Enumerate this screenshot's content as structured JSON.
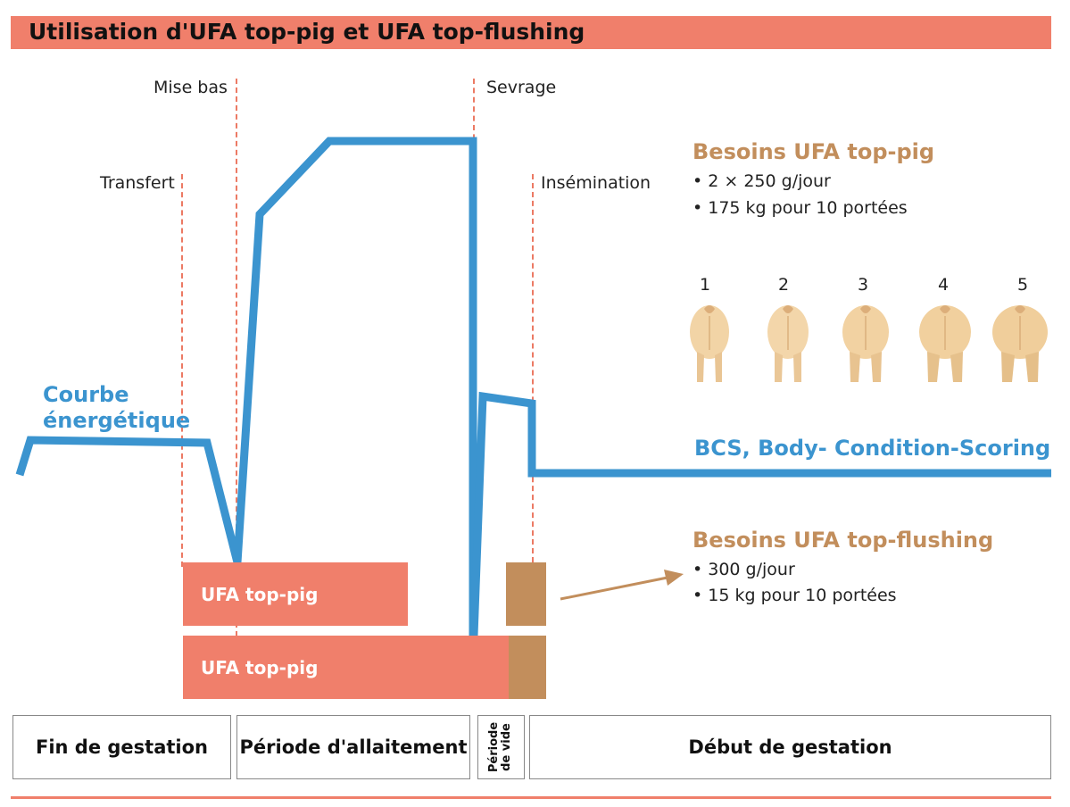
{
  "title": "Utilisation d'UFA top-pig et UFA top-flushing",
  "markers": {
    "mise_bas": "Mise bas",
    "sevrage": "Sevrage",
    "transfert": "Transfert",
    "insemination": "Insémination"
  },
  "curve_label_line1": "Courbe",
  "curve_label_line2": "énergétique",
  "bcs_label": "BCS, Body- Condition-Scoring",
  "top_pig": {
    "title": "Besoins UFA top-pig",
    "bullets": [
      "• 2 × 250 g/jour",
      "• 175 kg pour 10 portées"
    ]
  },
  "top_flushing": {
    "title": "Besoins UFA top-flushing",
    "bullets": [
      "• 300 g/jour",
      "• 15 kg pour 10 portées"
    ]
  },
  "bcs_scores": [
    "1",
    "2",
    "3",
    "4",
    "5"
  ],
  "bars": {
    "bar1_label": "UFA top-pig",
    "bar2_label": "UFA top-pig"
  },
  "phases": {
    "fin_gestation": "Fin de gestation",
    "allaitement": "Période d'allaitement",
    "vide_line1": "Période",
    "vide_line2": "de vide",
    "debut_gestation": "Début de gestation"
  },
  "colors": {
    "accent": "#f07f6b",
    "curve_blue": "#3b94cf",
    "flushing_tan": "#c28e5c"
  }
}
